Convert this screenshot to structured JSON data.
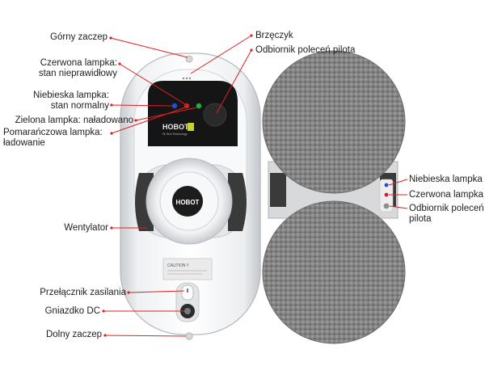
{
  "labels": {
    "top_latch": "Górny zaczep",
    "red_lamp": "Czerwona lampka:\nstan nieprawidłowy",
    "blue_lamp": "Niebieska lampka:\nstan normalny",
    "green_lamp": "Zielona lampka: naładowano",
    "orange_lamp": "Pomarańczowa lampka:\nładowanie",
    "fan": "Wentylator",
    "power_switch": "Przełącznik zasilania",
    "dc_socket": "Gniazdko DC",
    "bottom_latch": "Dolny zaczep",
    "buzzer": "Brzęczyk",
    "remote_receiver": "Odbiornik poleceń pilota",
    "side_blue_lamp": "Niebieska lampka",
    "side_red_lamp": "Czerwona lampka",
    "side_remote_receiver": "Odbiornik poleceń\npilota"
  },
  "device": {
    "brand_top": "HOBOT",
    "brand_sub": "Hi-Tech Technology",
    "brand_center": "HOBOT",
    "caution_plate": "CAUTION !!"
  },
  "colors": {
    "callout_line": "#e02020",
    "led_blue": "#1f4fd8",
    "led_red": "#d42020",
    "led_green": "#1fae3a"
  }
}
